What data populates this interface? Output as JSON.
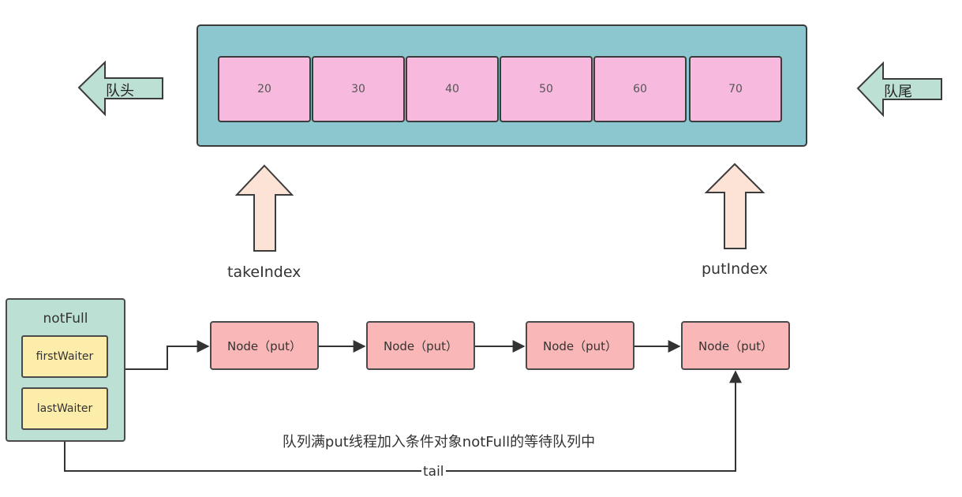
{
  "queue": {
    "cells": [
      "20",
      "30",
      "40",
      "50",
      "60",
      "70"
    ],
    "head_label": "队头",
    "tail_label": "队尾"
  },
  "pointers": {
    "take_index": "takeIndex",
    "put_index": "putIndex"
  },
  "condition": {
    "title": "notFull",
    "first_waiter": "firstWaiter",
    "last_waiter": "lastWaiter"
  },
  "nodes": [
    "Node（put）",
    "Node（put）",
    "Node（put）",
    "Node（put）"
  ],
  "caption": "队列满put线程加入条件对象notFull的等待队列中",
  "tail_edge_label": "tail",
  "colors": {
    "queue_container": "#8cc6cf",
    "queue_cell": "#f7bade",
    "side_arrow": "#bce0d4",
    "index_arrow": "#fde2d6",
    "condition_box": "#bce0d4",
    "waiter_box": "#fcedaa",
    "node_box": "#fab7b7",
    "outline": "#3b3b3b"
  }
}
